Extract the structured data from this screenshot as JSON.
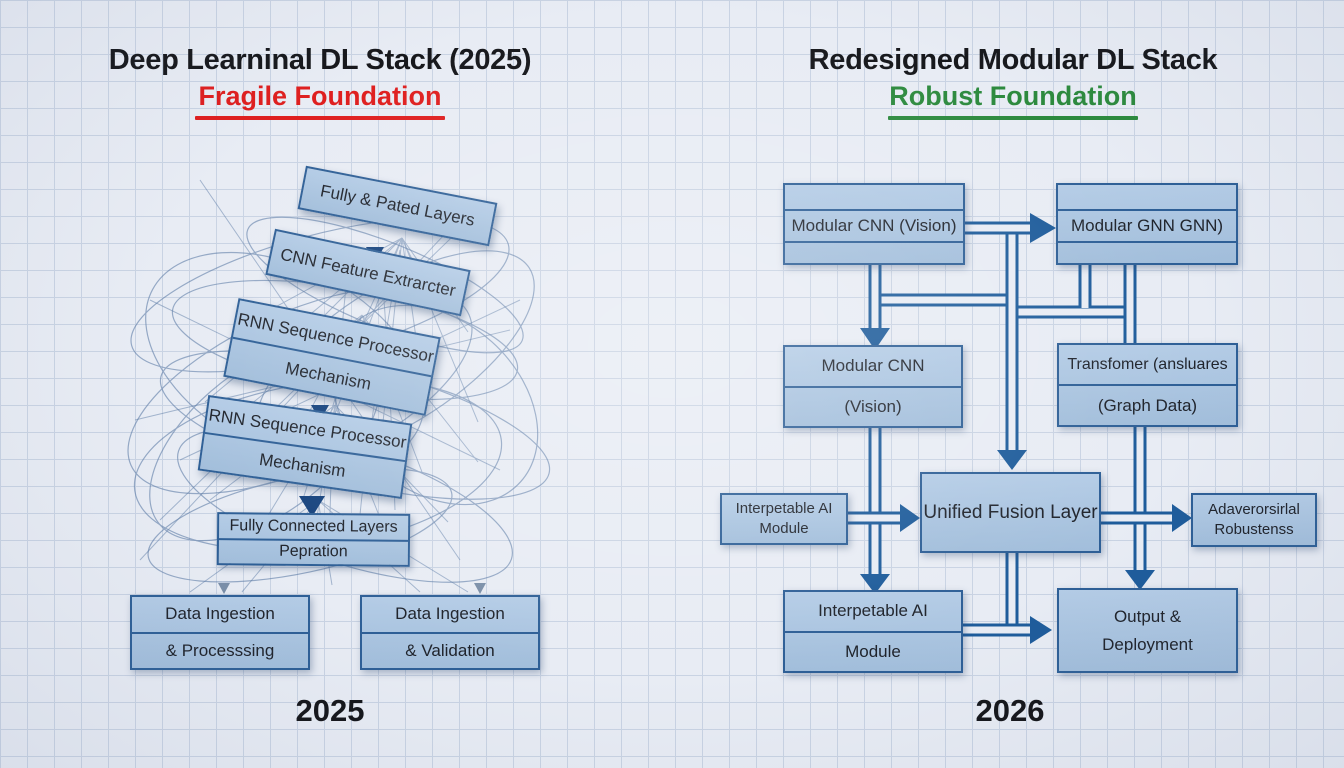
{
  "left": {
    "title": "Deep Learninal DL Stack (2025)",
    "subtitle": "Fragile Foundation",
    "year": "2025",
    "boxes": {
      "fully_pated": {
        "line1": "Fully & Pated Layers"
      },
      "cnn_feature": {
        "line1": "CNN Feature Extrarcter"
      },
      "rnn1": {
        "line1": "RNN Sequence Processor",
        "line2": "Mechanism"
      },
      "rnn2": {
        "line1": "RNN Sequence Processor",
        "line2": "Mechanism"
      },
      "fc": {
        "line1": "Fully Connected Layers",
        "line2": "Pepration"
      },
      "ingest_left": {
        "line1": "Data Ingestion",
        "line2": "& Processsing"
      },
      "ingest_right": {
        "line1": "Data Ingestion",
        "line2": "& Validation"
      }
    }
  },
  "right": {
    "title": "Redesigned Modular DL Stack",
    "subtitle": "Robust Foundation",
    "year": "2026",
    "boxes": {
      "top_left": {
        "line1": "Modular CNN (Vision)"
      },
      "top_right": {
        "line1": "Modular GNN GNN)"
      },
      "mid_left": {
        "line1": "Modular CNN",
        "line2": "(Vision)"
      },
      "mid_right": {
        "line1": "Transfomer (ansluares",
        "line2": "(Graph Data)"
      },
      "side_left": {
        "line1": "Interpetable AI",
        "line2": "Module"
      },
      "fusion": {
        "line1": "Unified Fusion Layer"
      },
      "side_right": {
        "line1": "Adaverorsirlal",
        "line2": "Robustenss"
      },
      "bottom_left": {
        "line1": "Interpetable AI",
        "line2": "Module"
      },
      "bottom_right": {
        "line1": "Output &",
        "line2": "Deployment"
      }
    }
  },
  "colors": {
    "fragile_red": "#df1f1f",
    "robust_green": "#2d8a3e",
    "box_border": "#2e5f96",
    "box_fill": "#a9c5e1",
    "connector_blue": "#1e5c9b",
    "grid_line": "#c9d3e3",
    "paper": "#e8ecf4"
  }
}
